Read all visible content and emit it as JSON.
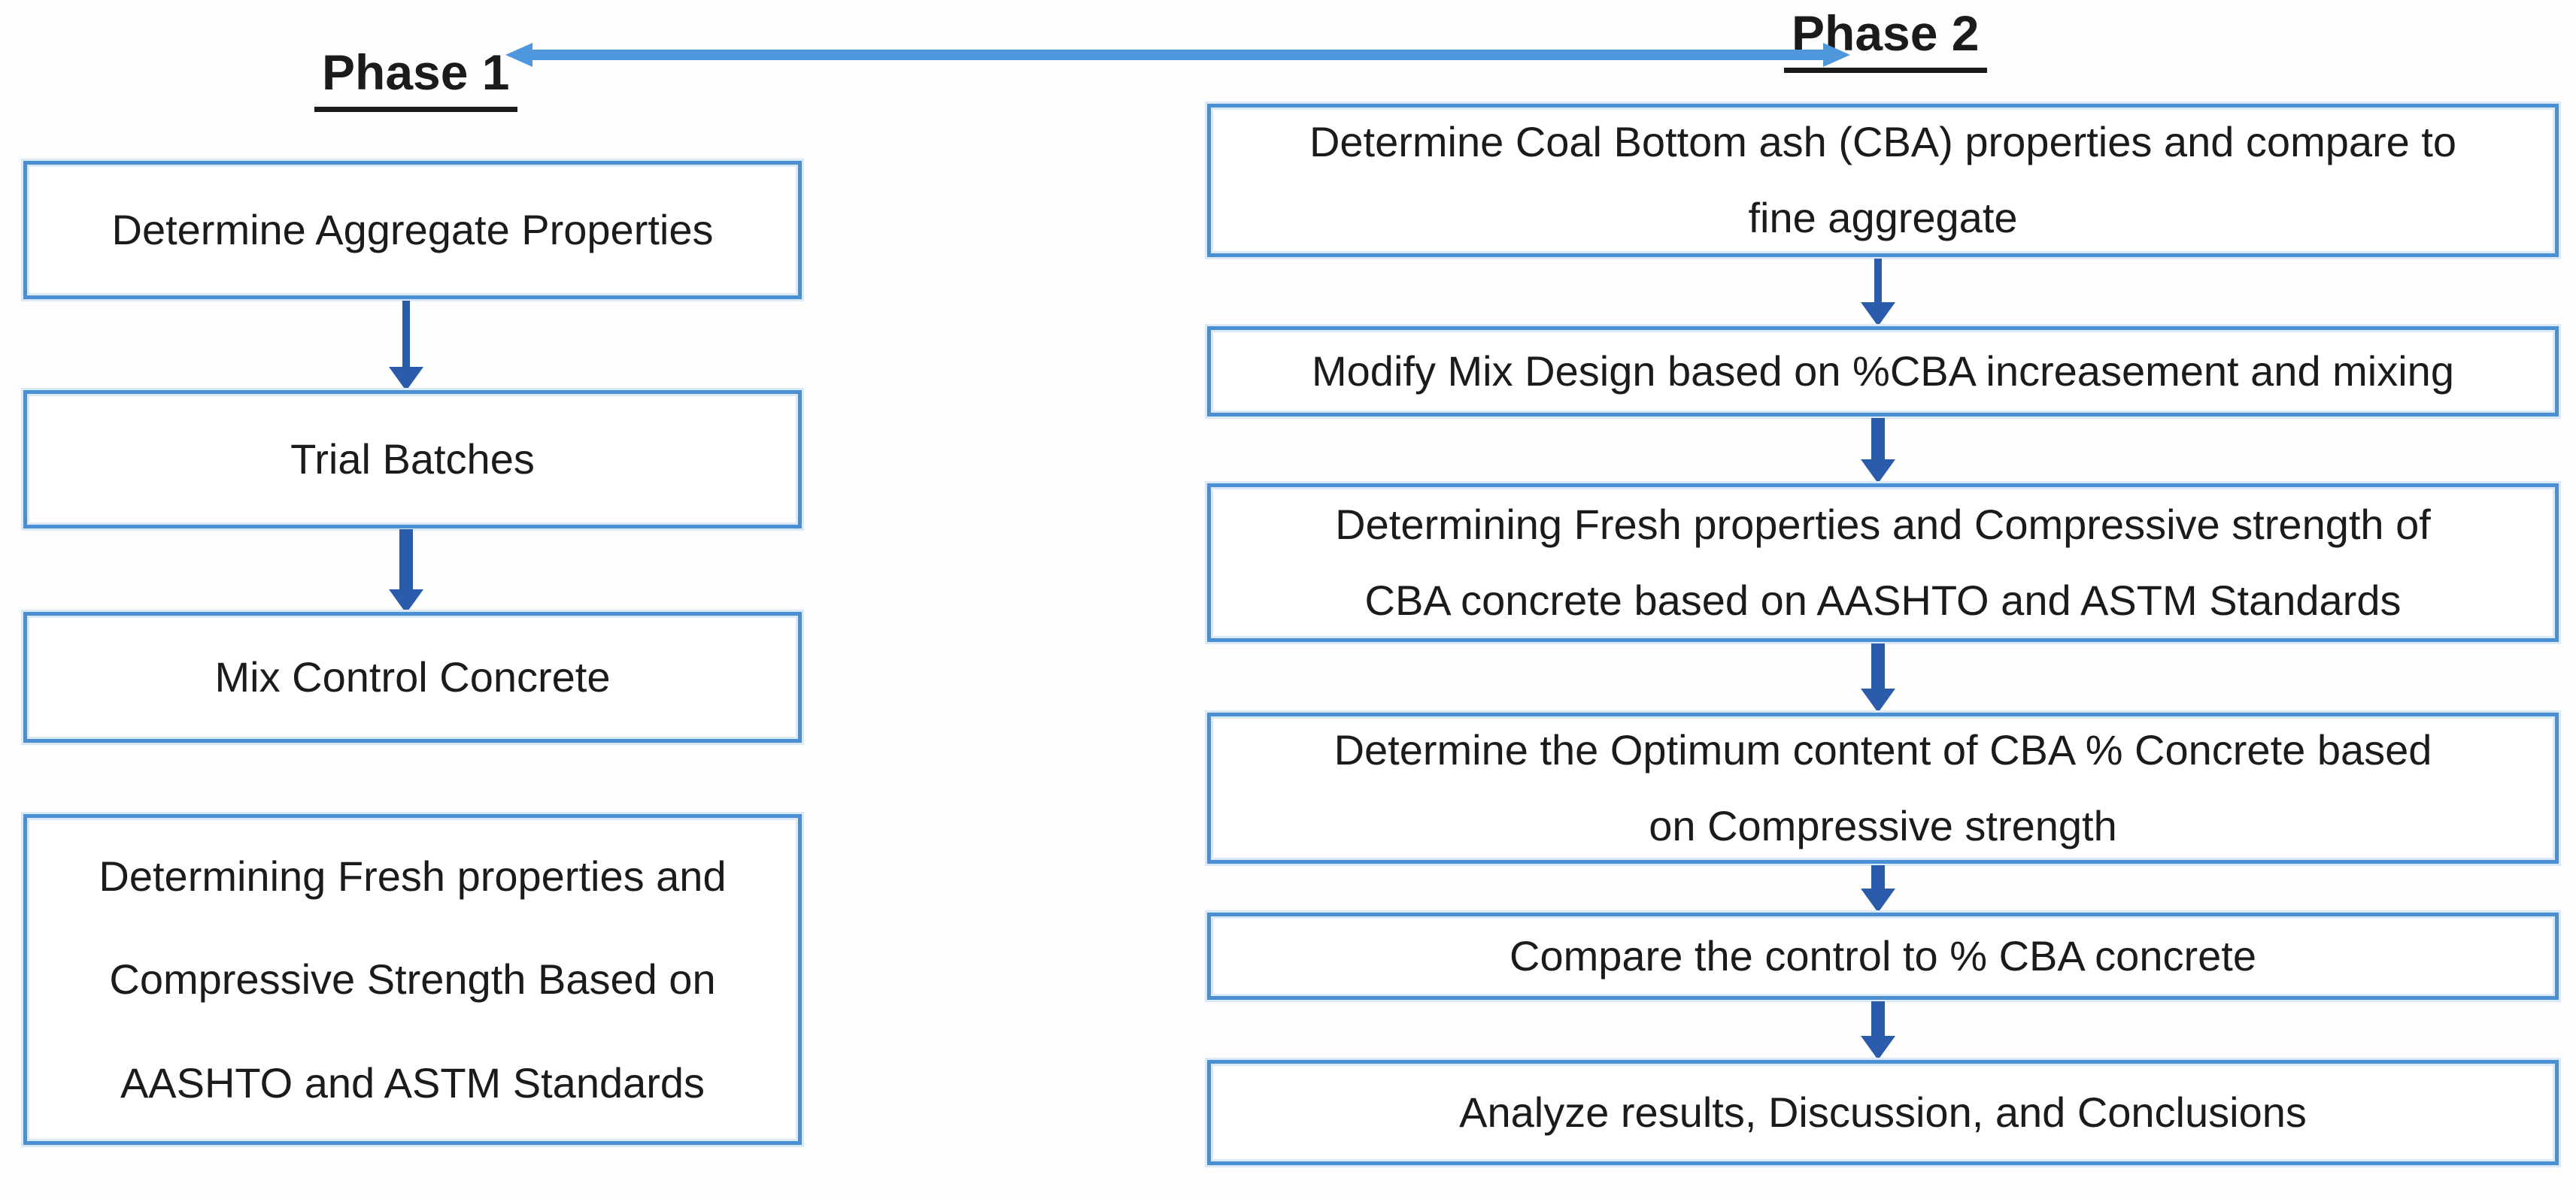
{
  "colors": {
    "box_border": "#4a8fd3",
    "box_halo": "#d9e9f8",
    "arrow_dark": "#2b5cab",
    "connector_blue": "#4f97dd",
    "text": "#1b1b1b",
    "background": "#fefefe"
  },
  "phase1": {
    "title": "Phase 1",
    "boxes": [
      {
        "label": "Determine Aggregate Properties"
      },
      {
        "label": "Trial Batches"
      },
      {
        "label": "Mix Control Concrete"
      },
      {
        "label": "Determining Fresh properties and\nCompressive Strength Based on\nAASHTO and ASTM Standards"
      }
    ]
  },
  "phase2": {
    "title": "Phase 2",
    "boxes": [
      {
        "label": "Determine Coal Bottom ash (CBA) properties and compare to\nfine aggregate"
      },
      {
        "label": "Modify Mix Design based on %CBA increasement and mixing"
      },
      {
        "label": "Determining Fresh properties and Compressive strength of\nCBA concrete based on AASHTO and ASTM Standards"
      },
      {
        "label": "Determine the Optimum content of CBA % Concrete based\non Compressive strength"
      },
      {
        "label": "Compare the control to % CBA concrete"
      },
      {
        "label": "Analyze results, Discussion, and Conclusions"
      }
    ]
  }
}
